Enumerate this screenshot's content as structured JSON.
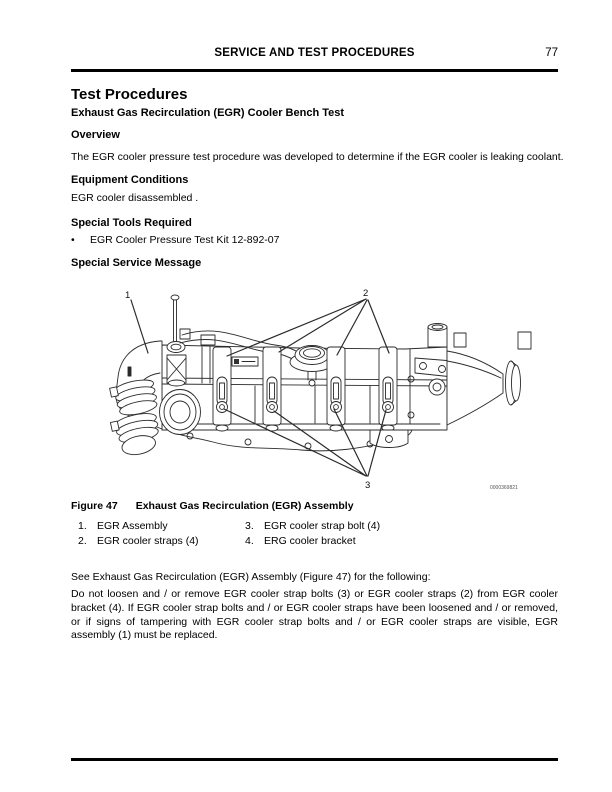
{
  "header": {
    "title": "SERVICE AND TEST PROCEDURES",
    "page_number": "77"
  },
  "sections": {
    "main_title": "Test Procedures",
    "subtitle": "Exhaust Gas Recirculation (EGR) Cooler Bench Test",
    "overview": {
      "heading": "Overview",
      "text": "The EGR cooler pressure test procedure was developed to determine if the EGR cooler is leaking coolant."
    },
    "equipment": {
      "heading": "Equipment Conditions",
      "text": "EGR cooler disassembled ."
    },
    "tools": {
      "heading": "Special Tools Required",
      "bullet": "•",
      "items": [
        "EGR Cooler Pressure Test Kit 12-892-07"
      ]
    },
    "message": {
      "heading": "Special Service Message"
    }
  },
  "figure": {
    "caption": {
      "label": "Figure 47",
      "title": "Exhaust Gas Recirculation (EGR) Assembly"
    },
    "callouts": [
      "1",
      "2",
      "3"
    ],
    "image_code": "0000369821",
    "legend": [
      {
        "num": "1.",
        "label": "EGR Assembly"
      },
      {
        "num": "2.",
        "label": "EGR cooler straps (4)"
      },
      {
        "num": "3.",
        "label": "EGR cooler strap bolt (4)"
      },
      {
        "num": "4.",
        "label": "ERG cooler bracket"
      }
    ]
  },
  "body": {
    "see_text": "See Exhaust Gas Recirculation (EGR) Assembly (Figure 47) for the following:",
    "paragraph": "Do not loosen and / or remove EGR cooler strap bolts (3) or EGR cooler straps (2) from EGR cooler bracket (4). If EGR cooler strap bolts and / or EGR cooler straps have been loosened and / or removed, or if signs of tampering with EGR cooler strap bolts and / or EGR cooler straps are visible, EGR assembly (1) must be replaced."
  },
  "colors": {
    "text": "#000000",
    "rule": "#000000",
    "diagram_stroke": "#2b2b2b"
  }
}
